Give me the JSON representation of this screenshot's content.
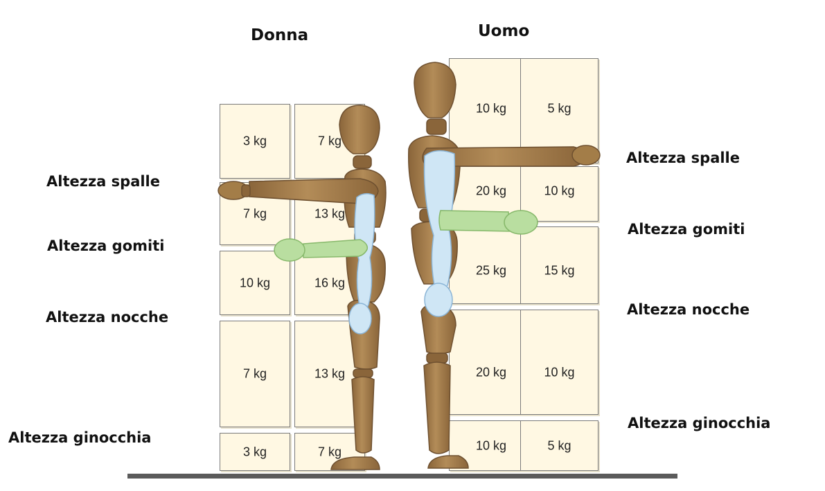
{
  "titles": {
    "donna": "Donna",
    "uomo": "Uomo"
  },
  "left_labels": {
    "spalle": "Altezza spalle",
    "gomiti": "Altezza gomiti",
    "nocche": "Altezza nocche",
    "ginocchia": "Altezza ginocchia"
  },
  "right_labels": {
    "spalle": "Altezza spalle",
    "gomiti": "Altezza gomiti",
    "nocche": "Altezza nocche",
    "ginocchia": "Altezza ginocchia"
  },
  "donna_boxes": {
    "r1c1": "3 kg",
    "r1c2": "7 kg",
    "r2c1": "7 kg",
    "r2c2": "13 kg",
    "r3c1": "10 kg",
    "r3c2": "16 kg",
    "r4c1": "7 kg",
    "r4c2": "13 kg",
    "r5c1": "3 kg",
    "r5c2": "7 kg"
  },
  "uomo_boxes": {
    "r1c1": "10 kg",
    "r1c2": "5 kg",
    "r2c1": "20 kg",
    "r2c2": "10 kg",
    "r3c1": "25 kg",
    "r3c2": "15 kg",
    "r4c1": "20 kg",
    "r4c2": "10 kg",
    "r5c1": "10 kg",
    "r5c2": "5 kg"
  },
  "colors": {
    "box_fill": "#fff8e3",
    "box_border": "#7a7a7a",
    "mannequin": "#a9824f",
    "mannequin_dark": "#7a5a33",
    "highlight_blue": "#cfe6f5",
    "highlight_green": "#b9dea0",
    "floor": "#5b5b5b"
  }
}
